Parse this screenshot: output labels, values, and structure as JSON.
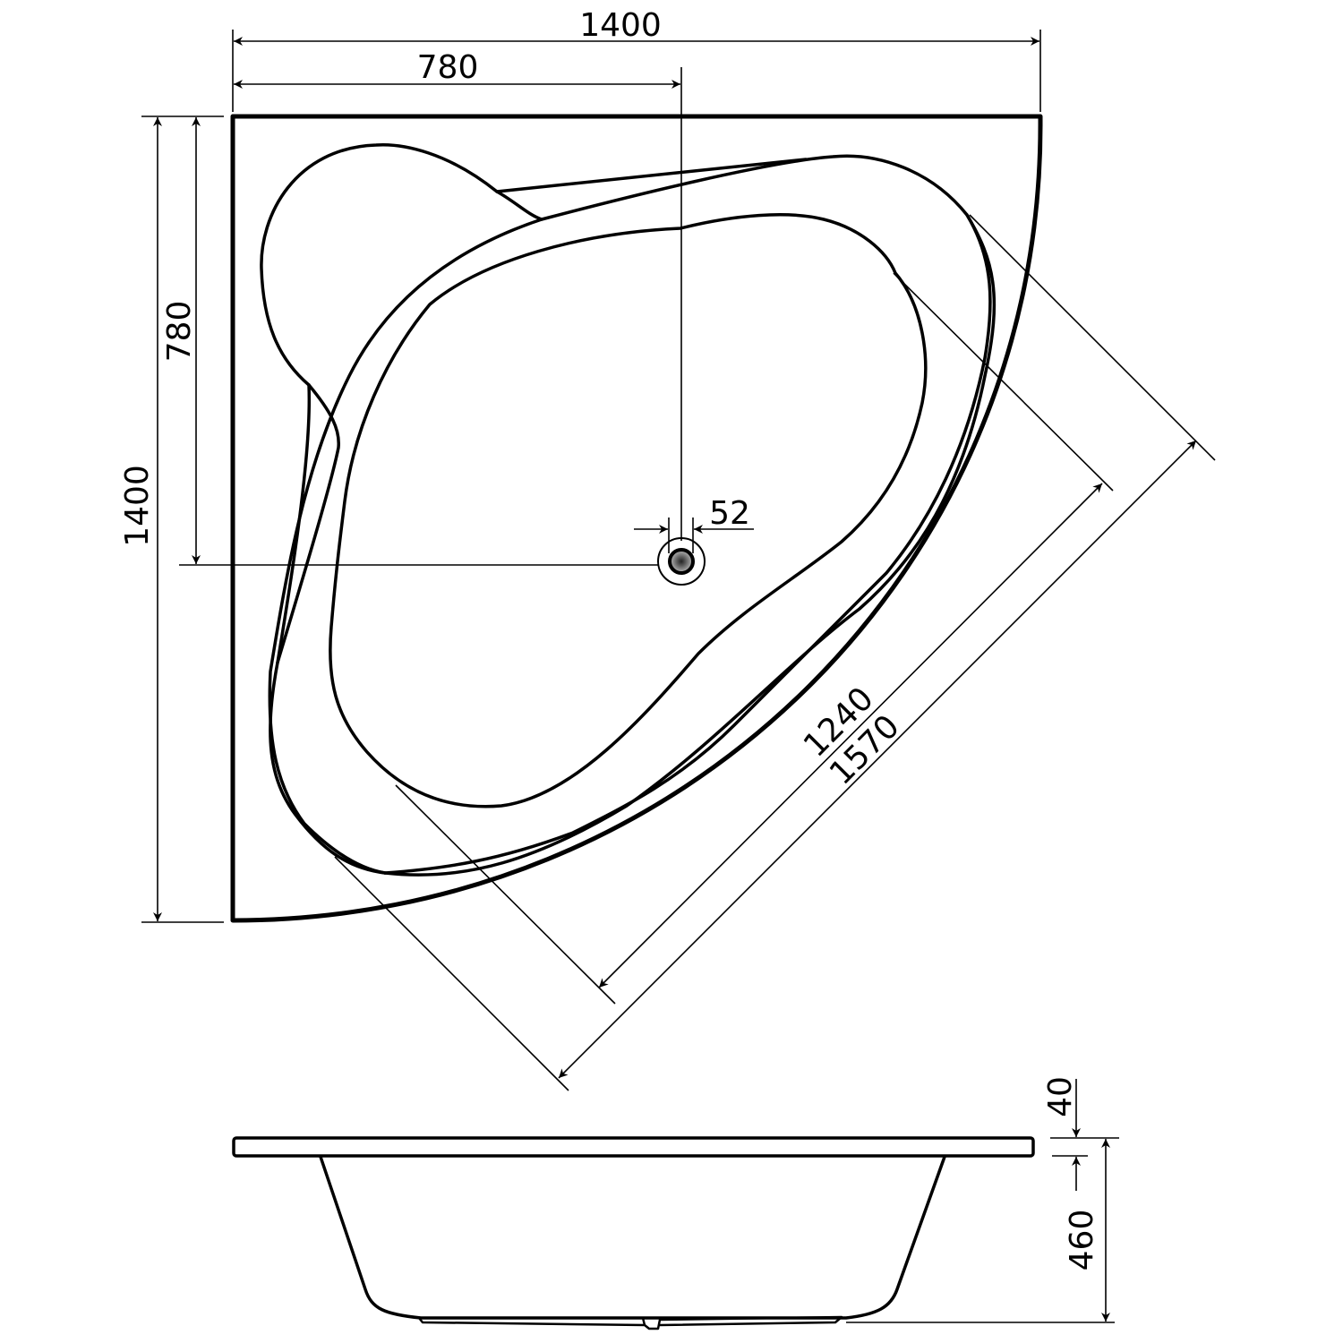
{
  "title": "Corner bathtub technical drawing",
  "colors": {
    "line": "#000000",
    "background": "#ffffff"
  },
  "plan_view": {
    "dimensions": {
      "top_width": "1400",
      "top_drain_offset": "780",
      "left_height": "1400",
      "left_drain_offset": "780",
      "drain_diameter": "52",
      "inner_diagonal": "1240",
      "outer_diagonal": "1570"
    }
  },
  "side_view": {
    "dimensions": {
      "rim_thickness": "40",
      "depth": "460"
    }
  }
}
